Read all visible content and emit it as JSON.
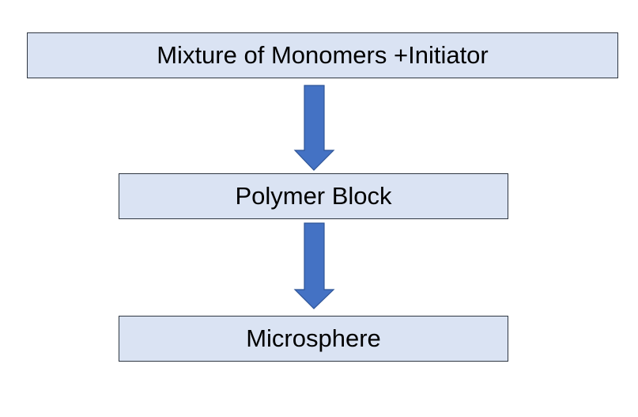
{
  "flowchart": {
    "steps": [
      {
        "label": "Mixture of Monomers +Initiator"
      },
      {
        "label": "Polymer Block"
      },
      {
        "label": "Microsphere"
      }
    ]
  },
  "colors": {
    "box_fill": "#dae3f3",
    "box_border": "#2f3742",
    "arrow_fill": "#4472c4",
    "arrow_border": "#2f5597"
  }
}
